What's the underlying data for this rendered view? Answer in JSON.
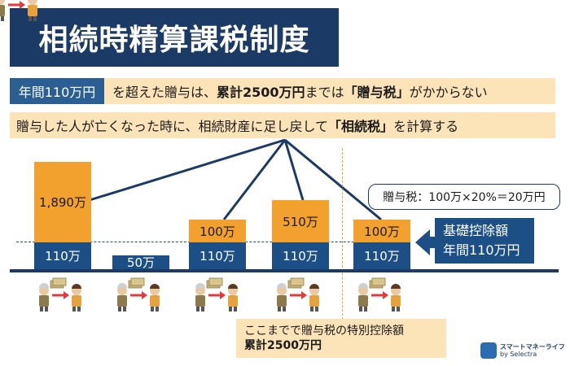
{
  "title": "相続時精算課税制度",
  "band1": {
    "tag": "年間110万円",
    "text_pre": "を超えた贈与は、",
    "text_bold1": "累計2500万円",
    "text_mid": "までは",
    "text_bold2": "「贈与税」",
    "text_post": "がかからない"
  },
  "band2": {
    "text_pre": "贈与した人が亡くなった時に、相続財産に足し戻して",
    "text_bold": "「相続税」",
    "text_post": "を計算する"
  },
  "bars": [
    {
      "top_label": "1,890万",
      "base_label": "110万"
    },
    {
      "top_label": "",
      "base_label": "50万"
    },
    {
      "top_label": "100万",
      "base_label": "110万"
    },
    {
      "top_label": "510万",
      "base_label": "110万"
    },
    {
      "top_label": "100万",
      "base_label": "110万"
    }
  ],
  "gift_tax_note": "贈与税：100万×20%＝20万円",
  "basic_deduction": {
    "line1": "基礎控除額",
    "line2": "年間110万円"
  },
  "bottom_note": {
    "line1": "ここまでで贈与税の特別控除額",
    "line2": "累計2500万円"
  },
  "logo": {
    "name": "スマートマネーライフ",
    "by": "by Selectra"
  },
  "colors": {
    "navy": "#1b3a66",
    "blue": "#1b4f86",
    "orange": "#f2a12e",
    "band": "#fde3b8"
  }
}
